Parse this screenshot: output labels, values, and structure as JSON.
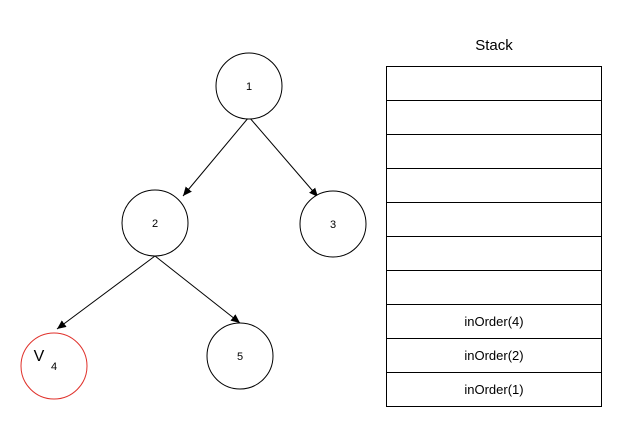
{
  "tree": {
    "nodes": [
      {
        "id": "1",
        "label": "1"
      },
      {
        "id": "2",
        "label": "2"
      },
      {
        "id": "3",
        "label": "3"
      },
      {
        "id": "4",
        "label": "4",
        "highlight": true,
        "highlight_color": "#e0312b",
        "mark": "V"
      },
      {
        "id": "5",
        "label": "5"
      }
    ],
    "edges": [
      {
        "from": "1",
        "to": "2"
      },
      {
        "from": "1",
        "to": "3"
      },
      {
        "from": "2",
        "to": "4"
      },
      {
        "from": "2",
        "to": "5"
      }
    ]
  },
  "stack": {
    "title": "Stack",
    "cells": [
      "",
      "",
      "",
      "",
      "",
      "",
      "",
      "inOrder(4)",
      "inOrder(2)",
      "inOrder(1)"
    ]
  },
  "colors": {
    "stroke": "#000000",
    "highlight": "#e0312b"
  }
}
